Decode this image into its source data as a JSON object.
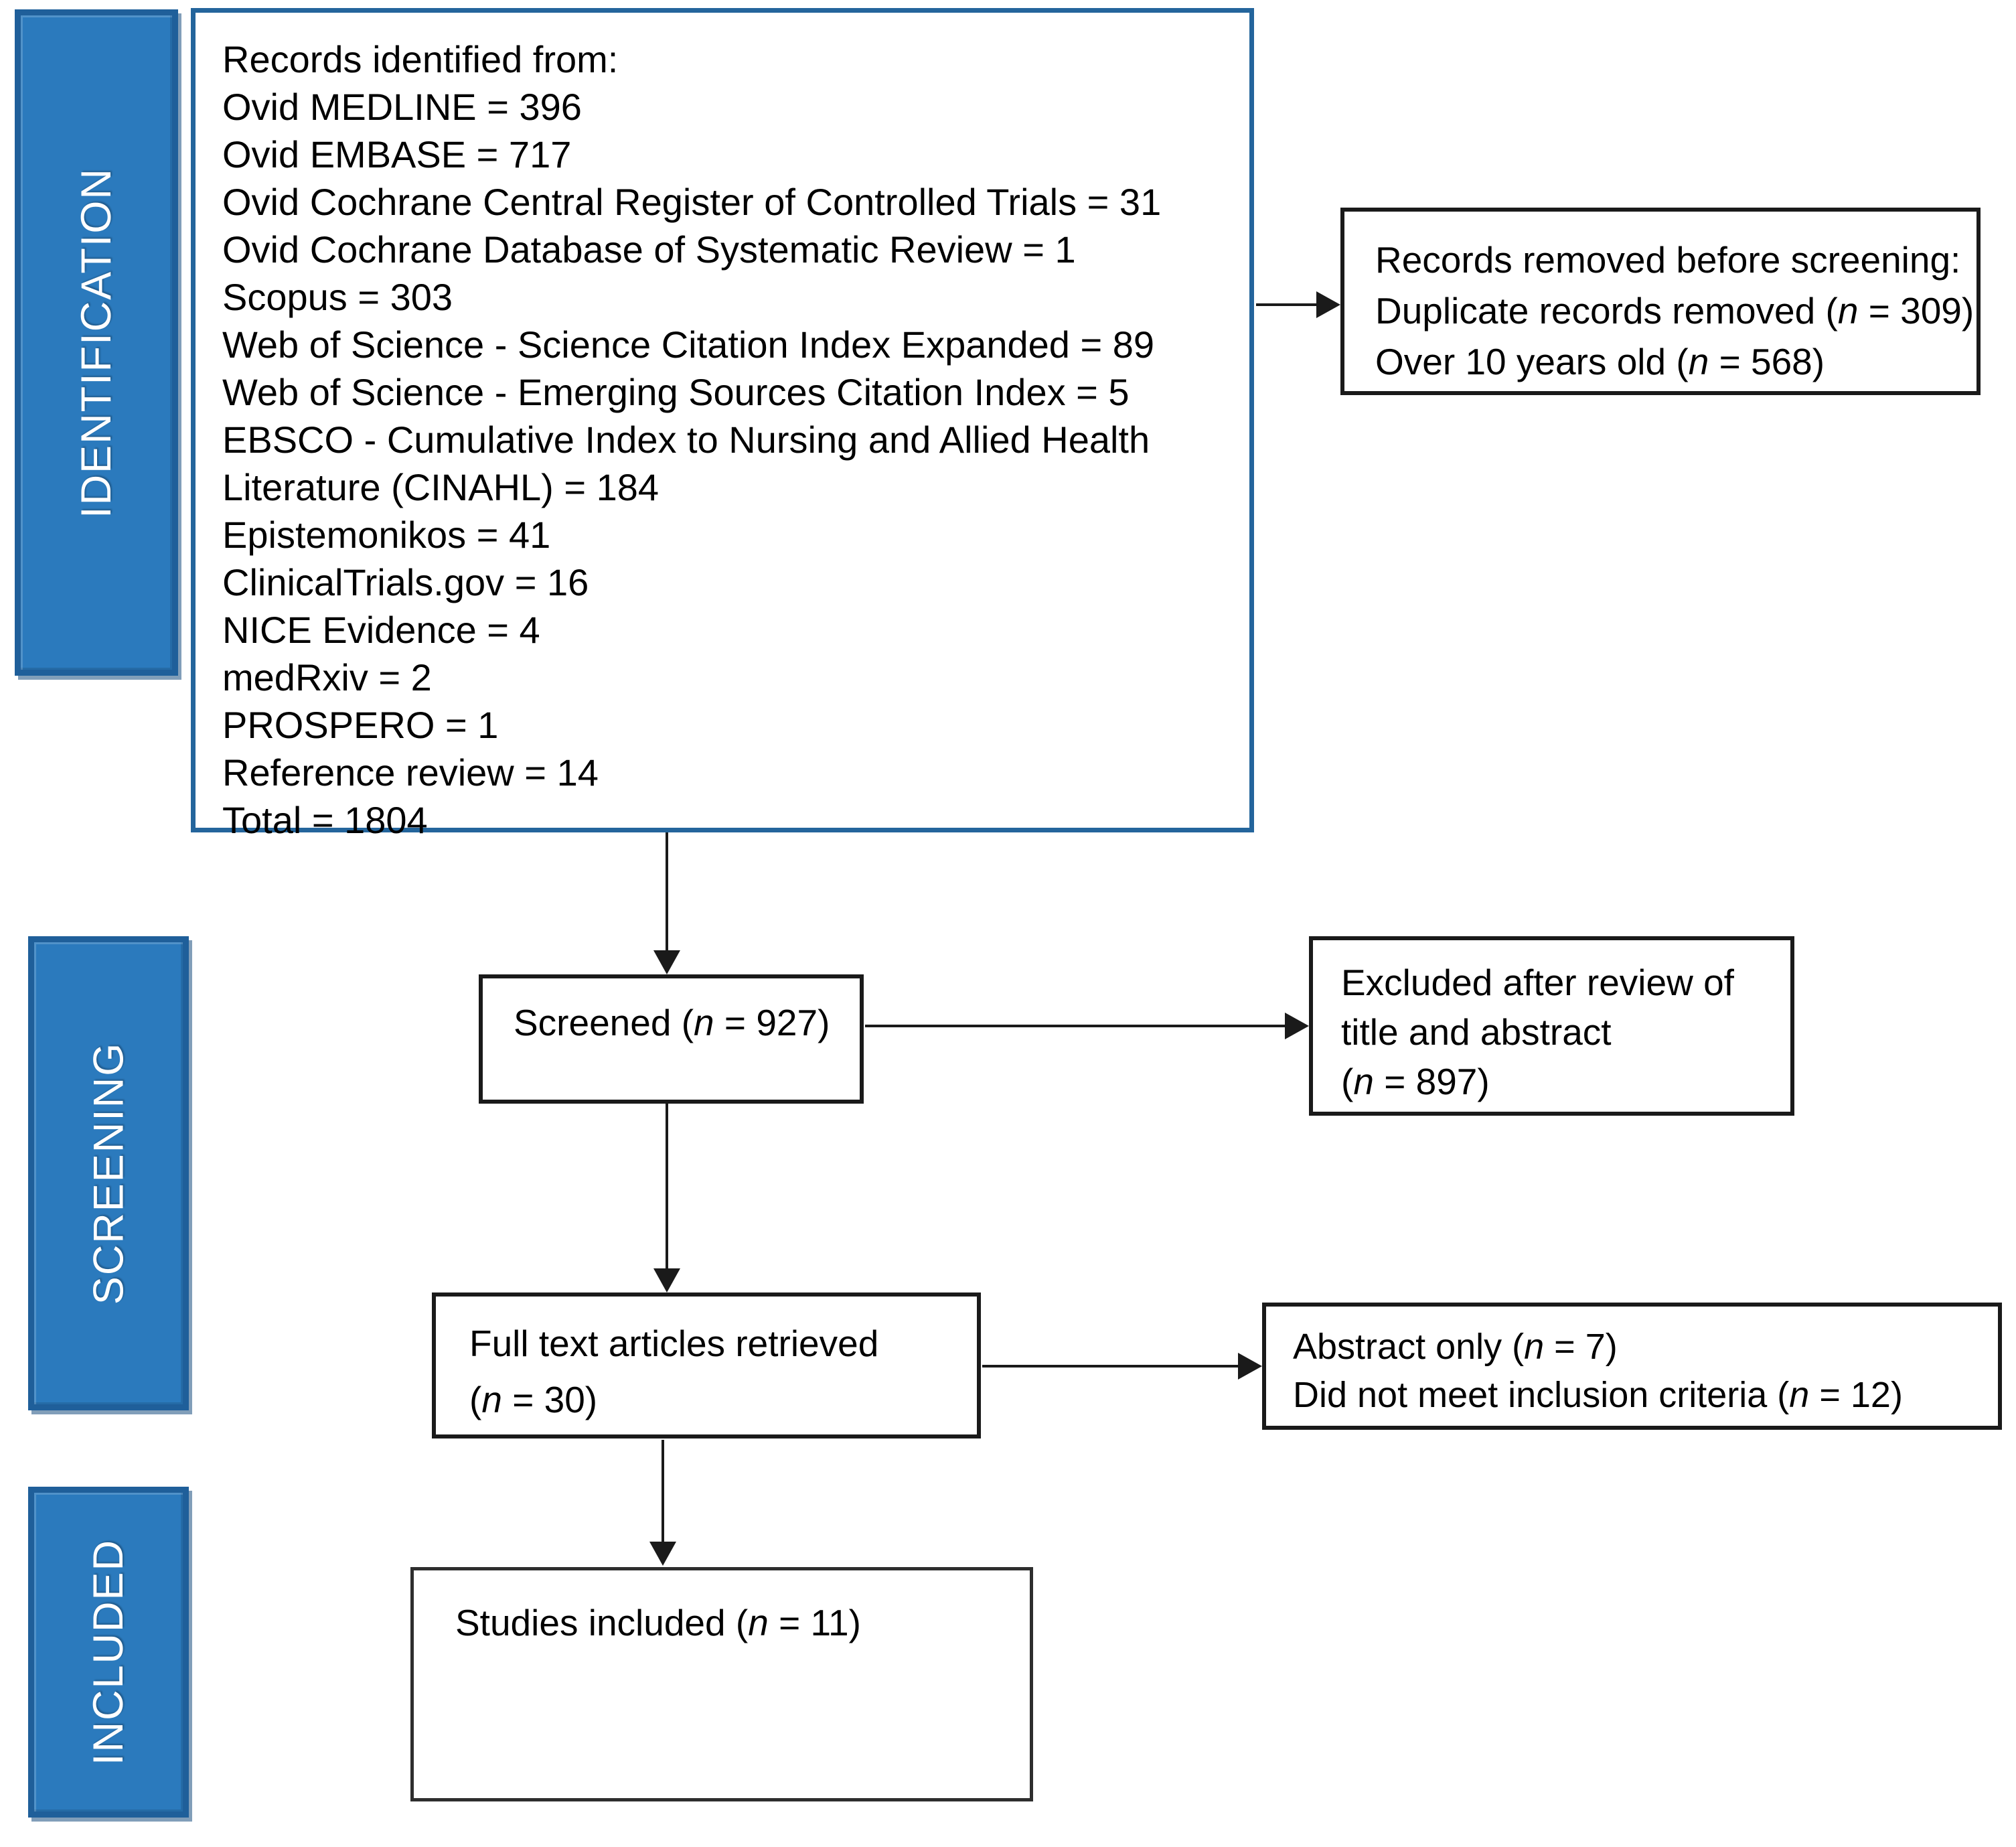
{
  "colors": {
    "rail_fill": "#2b7abd",
    "rail_border": "#1f5f9a",
    "rail_text": "#ffffff",
    "top_box_border": "#24659c",
    "flow_box_border": "#1a1a1a",
    "arrow": "#1a1a1a",
    "text": "#000000",
    "background": "#ffffff"
  },
  "rails": {
    "identification": {
      "label": "IDENTIFICATION"
    },
    "screening": {
      "label": "SCREENING"
    },
    "included": {
      "label": "INCLUDED"
    }
  },
  "identification_box": {
    "lines": [
      "Records identified from:",
      "Ovid MEDLINE = 396",
      "Ovid EMBASE = 717",
      "Ovid Cochrane Central Register of Controlled Trials = 31",
      "Ovid Cochrane Database of Systematic Review = 1",
      "Scopus = 303",
      "Web of Science - Science Citation Index Expanded = 89",
      "Web of Science - Emerging Sources Citation Index = 5",
      "EBSCO - Cumulative Index to Nursing and Allied Health",
      "Literature (CINAHL) = 184",
      "Epistemonikos = 41",
      "ClinicalTrials.gov = 16",
      "NICE Evidence = 4",
      "medRxiv = 2",
      "PROSPERO = 1",
      "Reference review = 14",
      "Total = 1804"
    ]
  },
  "records_removed_box": {
    "title": "Records removed before screening:",
    "items": [
      {
        "pre": "Duplicate records removed (",
        "n": "n",
        "post": " = 309)"
      },
      {
        "pre": "Over 10 years old (",
        "n": "n",
        "post": " = 568)"
      }
    ]
  },
  "screened_box": {
    "pre": "Screened (",
    "n": "n",
    "post": " = 927)"
  },
  "excluded_box": {
    "line1": "Excluded after review of",
    "line2": "title and abstract",
    "pre": "(",
    "n": "n",
    "post": " = 897)"
  },
  "fulltext_box": {
    "line1": "Full text articles retrieved",
    "pre": "(",
    "n": "n",
    "post": " = 30)"
  },
  "abstract_box": {
    "items": [
      {
        "pre": "Abstract only (",
        "n": "n",
        "post": " = 7)"
      },
      {
        "pre": "Did not meet inclusion criteria (",
        "n": "n",
        "post": " = 12)"
      }
    ]
  },
  "studies_box": {
    "pre": "Studies included (",
    "n": "n",
    "post": " = 11)"
  }
}
